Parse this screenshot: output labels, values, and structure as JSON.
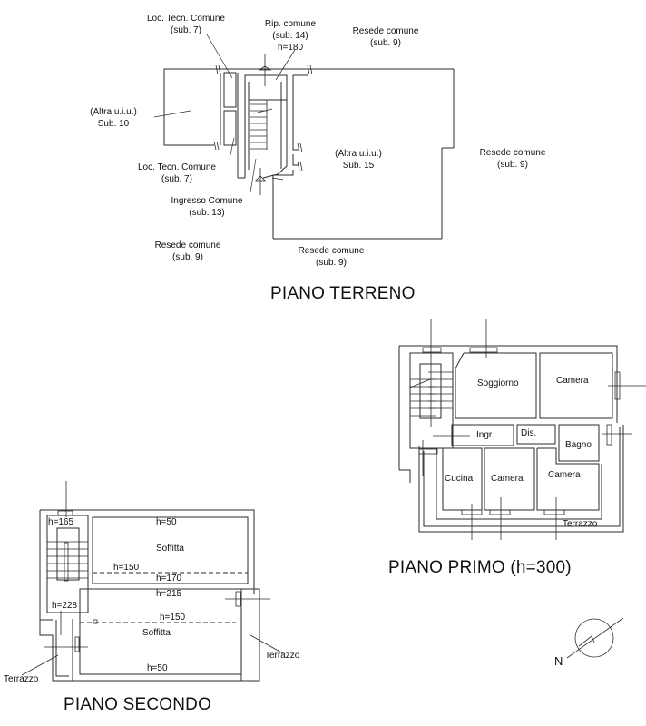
{
  "plans": {
    "ground": {
      "title": "PIANO TERRENO",
      "labels": {
        "loc_tecn_top": "Loc. Tecn. Comune\n(sub. 7)",
        "rip_comune": "Rip. comune\n(sub. 14)\nh=180",
        "resede_top": "Resede comune\n(sub. 9)",
        "altra_sub10": "(Altra u.i.u.)\nSub. 10",
        "loc_tecn_bottom": "Loc. Tecn. Comune\n(sub. 7)",
        "ingresso": "Ingresso Comune\n(sub. 13)",
        "resede_left": "Resede comune\n(sub. 9)",
        "altra_sub15": "(Altra u.i.u.)\nSub. 15",
        "resede_right": "Resede comune\n(sub. 9)",
        "resede_bottom": "Resede comune\n(sub. 9)"
      }
    },
    "first": {
      "title": "PIANO PRIMO (h=300)",
      "rooms": {
        "soggiorno": "Soggiorno",
        "camera_top": "Camera",
        "ingresso": "Ingr.",
        "disimpegno": "Dis.",
        "bagno": "Bagno",
        "cucina": "Cucina",
        "camera_mid": "Camera",
        "camera_right": "Camera",
        "terrazzo": "Terrazzo"
      }
    },
    "second": {
      "title": "PIANO SECONDO",
      "heights": {
        "stair_top": "h=165",
        "stair_bottom": "h=228",
        "attic1_top": "h=50",
        "attic1_dash": "h=150",
        "attic1_bottom": "h=170",
        "attic2_top": "h=215",
        "attic2_dash": "h=150",
        "attic2_bottom": "h=50"
      },
      "rooms": {
        "soffitta_top": "Soffitta",
        "soffitta_bottom": "Soffitta",
        "terrazzo_left": "Terrazzo",
        "terrazzo_right": "Terrazzo"
      }
    }
  },
  "north_arrow": {
    "label": "N"
  },
  "colors": {
    "line": "#2b2b2b",
    "background": "#ffffff"
  }
}
